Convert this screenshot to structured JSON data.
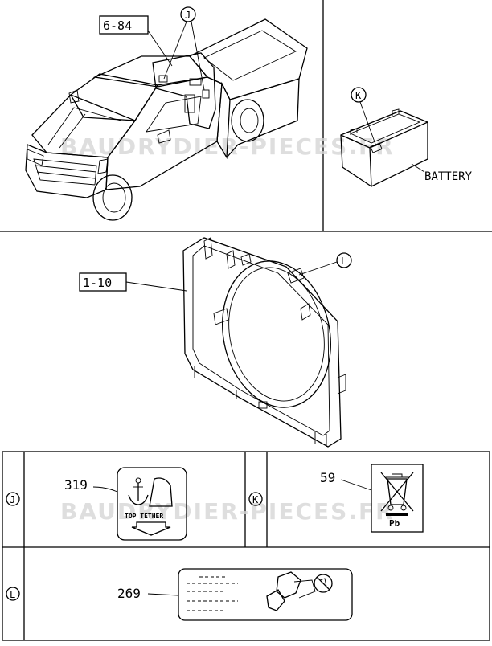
{
  "watermark": "BAUDRYDIER-PIECES.FR",
  "callouts": {
    "ref_6_84": "6-84",
    "ref_1_10": "1-10",
    "letter_j": "J",
    "letter_k": "K",
    "letter_l": "L",
    "battery": "BATTERY"
  },
  "table": {
    "row_j": {
      "key": "J",
      "part_no": "319",
      "label_text": "TOP TETHER"
    },
    "row_k": {
      "key": "K",
      "part_no": "59",
      "label_text": "Pb"
    },
    "row_l": {
      "key": "L",
      "part_no": "269"
    }
  }
}
